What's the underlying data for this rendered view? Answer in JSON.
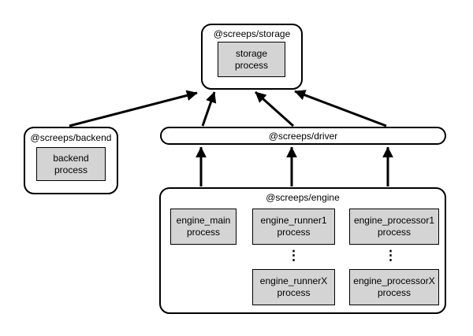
{
  "diagram": {
    "type": "architecture-diagram",
    "colors": {
      "background": "#ffffff",
      "node_fill": "#ffffff",
      "node_border": "#000000",
      "process_fill": "#d4d4d4",
      "arrow": "#000000"
    },
    "nodes": {
      "storage": {
        "label": "@screeps/storage",
        "process": "storage\nprocess"
      },
      "backend": {
        "label": "@screeps/backend",
        "process": "backend\nprocess"
      },
      "driver": {
        "label": "@screeps/driver"
      },
      "engine": {
        "label": "@screeps/engine",
        "processes": {
          "main": "engine_main\nprocess",
          "runner1": "engine_runner1\nprocess",
          "runnerX": "engine_runnerX\nprocess",
          "processor1": "engine_processor1\nprocess",
          "processorX": "engine_processorX\nprocess"
        },
        "ellipsis": "⋮"
      }
    },
    "edges": [
      {
        "from": "@screeps/backend",
        "to": "@screeps/storage"
      },
      {
        "from": "@screeps/driver",
        "to": "@screeps/storage",
        "arrows": 3
      },
      {
        "from": "@screeps/engine",
        "to": "@screeps/driver",
        "arrows": 3
      }
    ]
  }
}
